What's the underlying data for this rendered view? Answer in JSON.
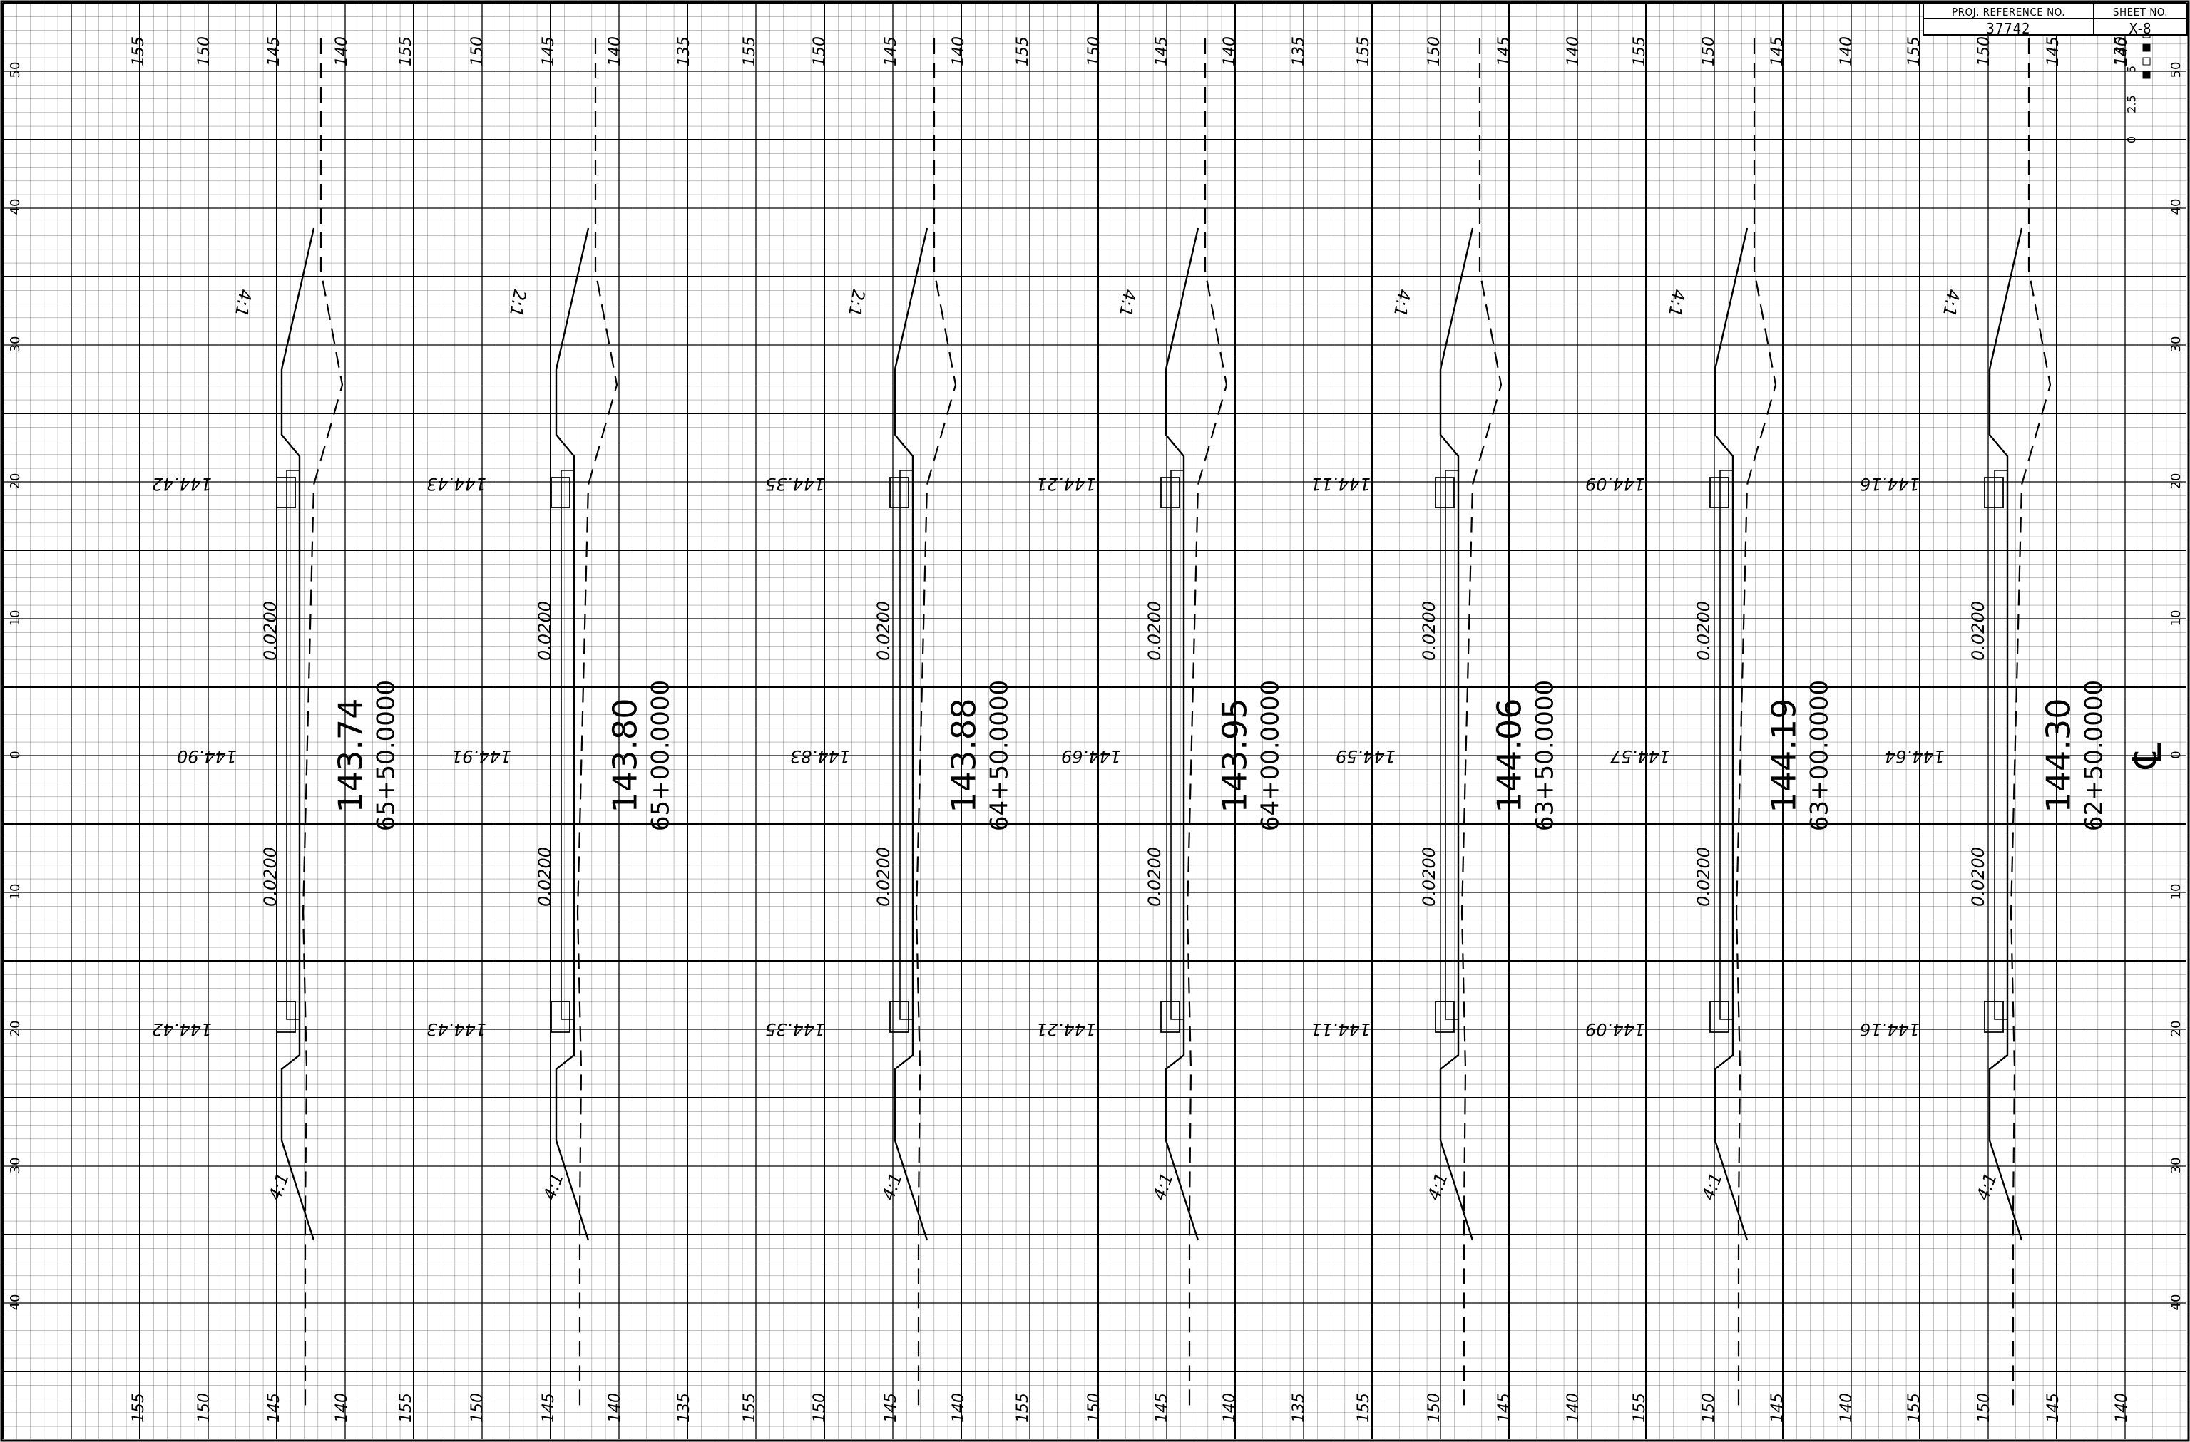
{
  "sheet": {
    "proj_ref_label": "PROJ. REFERENCE NO.",
    "proj_ref_value": "37742",
    "sheet_no_label": "SHEET NO.",
    "sheet_no_value": "X-8",
    "centerline_symbol": "℄"
  },
  "scale_bar": {
    "labels": [
      "0",
      "2.5",
      "5"
    ]
  },
  "horizontal_offsets": [
    "50",
    "40",
    "30",
    "20",
    "10",
    "0",
    "10",
    "20",
    "30",
    "40",
    "50"
  ],
  "elevation_tick_labels": [
    "155",
    "150",
    "145",
    "140",
    "135"
  ],
  "sections": [
    {
      "elevation": "143.74",
      "station": "65+50.0000",
      "left_edge_elev": "144.42",
      "right_edge_elev": "144.42",
      "center_elev": "144.90",
      "slope_top": "4:1",
      "slope_bottom": "4:1",
      "cross_slope_top": "0.0200",
      "cross_slope_bottom": "0.0200"
    },
    {
      "elevation": "143.80",
      "station": "65+00.0000",
      "left_edge_elev": "144.43",
      "right_edge_elev": "144.43",
      "center_elev": "144.91",
      "slope_top": "2:1",
      "slope_bottom": "4:1",
      "cross_slope_top": "0.0200",
      "cross_slope_bottom": "0.0200"
    },
    {
      "elevation": "143.88",
      "station": "64+50.0000",
      "left_edge_elev": "144.35",
      "right_edge_elev": "144.35",
      "center_elev": "144.83",
      "slope_top": "2:1",
      "slope_bottom": "4:1",
      "cross_slope_top": "0.0200",
      "cross_slope_bottom": "0.0200"
    },
    {
      "elevation": "143.95",
      "station": "64+00.0000",
      "left_edge_elev": "144.21",
      "right_edge_elev": "144.21",
      "center_elev": "144.69",
      "slope_top": "4:1",
      "slope_bottom": "4:1",
      "cross_slope_top": "0.0200",
      "cross_slope_bottom": "0.0200"
    },
    {
      "elevation": "144.06",
      "station": "63+50.0000",
      "left_edge_elev": "144.11",
      "right_edge_elev": "144.11",
      "center_elev": "144.59",
      "slope_top": "4:1",
      "slope_bottom": "4:1",
      "cross_slope_top": "0.0200",
      "cross_slope_bottom": "0.0200"
    },
    {
      "elevation": "144.19",
      "station": "63+00.0000",
      "left_edge_elev": "144.09",
      "right_edge_elev": "144.09",
      "center_elev": "144.57",
      "slope_top": "4:1",
      "slope_bottom": "4:1",
      "cross_slope_top": "0.0200",
      "cross_slope_bottom": "0.0200"
    },
    {
      "elevation": "144.30",
      "station": "62+50.0000",
      "left_edge_elev": "144.16",
      "right_edge_elev": "144.16",
      "center_elev": "144.64",
      "slope_top": "4:1",
      "slope_bottom": "4:1",
      "cross_slope_top": "0.0200",
      "cross_slope_bottom": "0.0200"
    }
  ]
}
